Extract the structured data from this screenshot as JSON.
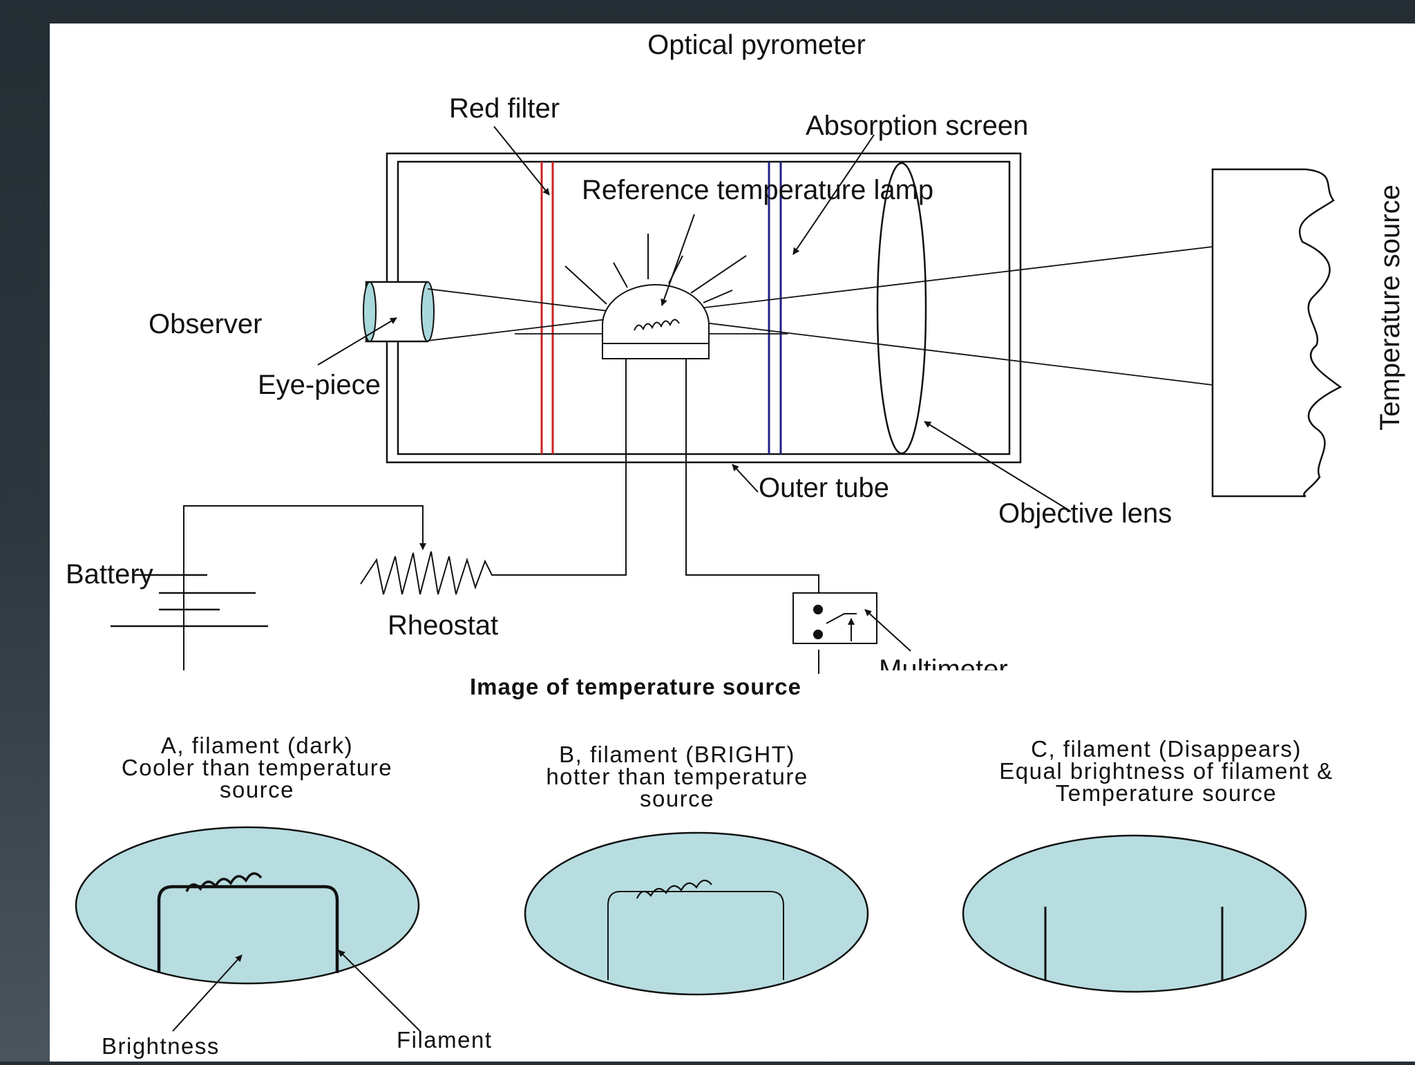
{
  "diagram": {
    "title": "Optical pyrometer",
    "labels": {
      "red_filter": "Red filter",
      "absorption_screen": "Absorption screen",
      "reference_lamp": "Reference temperature lamp",
      "observer": "Observer",
      "eye_piece": "Eye-piece",
      "outer_tube": "Outer tube",
      "objective_lens": "Objective lens",
      "temperature_source": "Temperature source",
      "battery": "Battery",
      "rheostat": "Rheostat",
      "multimeter": "Multimeter"
    },
    "colors": {
      "red_filter": "#cc2222",
      "absorption_screen": "#222288",
      "lens_fill": "#a8d8dc",
      "view_fill": "#b7dde0"
    }
  },
  "views": {
    "heading": "Image of temperature source",
    "panels": [
      {
        "id": "A",
        "lines": [
          "A, filament (dark)",
          "Cooler than temperature",
          "source"
        ]
      },
      {
        "id": "B",
        "lines": [
          "B, filament (BRIGHT)",
          "hotter than temperature",
          "source"
        ]
      },
      {
        "id": "C",
        "lines": [
          "C, filament (Disappears)",
          "Equal brightness of filament &",
          "Temperature source"
        ]
      }
    ],
    "labels": {
      "brightness": "Brightness",
      "filament": "Filament"
    }
  }
}
